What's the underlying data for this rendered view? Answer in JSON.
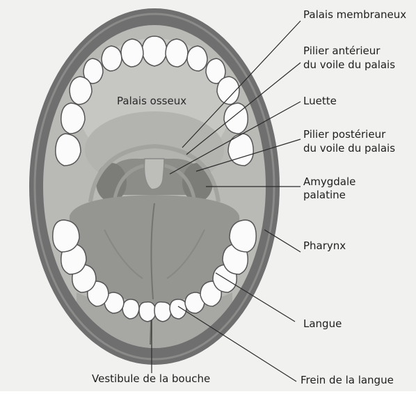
{
  "colors": {
    "background": "#f1f1ef",
    "lip": "#6f6f6f",
    "palate": "#b9b9b6",
    "tongue": "#959592",
    "teeth": "#fbfbfb",
    "text": "#1e1e1e"
  },
  "labels": {
    "palais_membraneux": "Palais membraneux",
    "pilier_anterieur_1": "Pilier antérieur",
    "pilier_anterieur_2": "du voile du palais",
    "luette": "Luette",
    "pilier_posterieur_1": "Pilier postérieur",
    "pilier_posterieur_2": "du voile du palais",
    "amygdale_1": "Amygdale",
    "amygdale_2": "palatine",
    "pharynx": "Pharynx",
    "langue": "Langue",
    "frein": "Frein de la langue",
    "vestibule": "Vestibule de la bouche",
    "palais_osseux": "Palais osseux"
  }
}
